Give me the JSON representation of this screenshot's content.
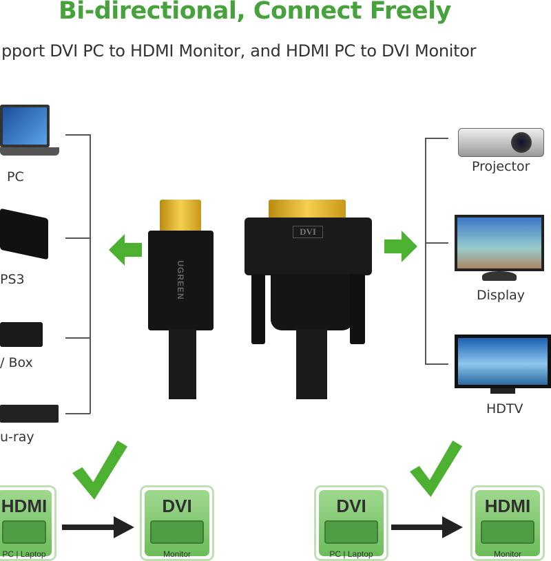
{
  "header": {
    "title": "Bi-directional, Connect Freely",
    "subtitle": "pport DVI PC to HDMI Monitor, and HDMI PC to DVI Monitor"
  },
  "sources": [
    {
      "label": "PC"
    },
    {
      "label": "PS3"
    },
    {
      "label": "/ Box"
    },
    {
      "label": "u-ray"
    }
  ],
  "displays": [
    {
      "label": "Projector"
    },
    {
      "label": "Display"
    },
    {
      "label": "HDTV"
    }
  ],
  "cable": {
    "brand": "UGREEN",
    "dvi_label": "DVI"
  },
  "colors": {
    "accent": "#46a23a",
    "arrow": "#4cb030",
    "gold": "#e0b020"
  },
  "diagrams": [
    {
      "from": {
        "type": "HDMI",
        "caption": "PC | Laptop"
      },
      "to": {
        "type": "DVI",
        "caption": "Monitor"
      }
    },
    {
      "from": {
        "type": "DVI",
        "caption": "PC | Laptop"
      },
      "to": {
        "type": "HDMI",
        "caption": "Monitor"
      }
    }
  ]
}
